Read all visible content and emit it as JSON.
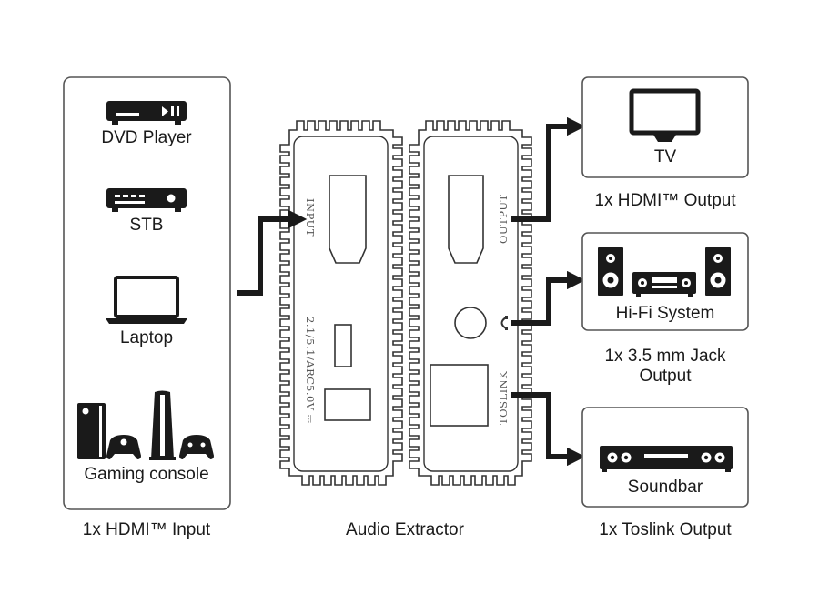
{
  "input_panel": {
    "devices": [
      {
        "label": "DVD Player",
        "icon": "dvd-player-icon"
      },
      {
        "label": "STB",
        "icon": "set-top-box-icon"
      },
      {
        "label": "Laptop",
        "icon": "laptop-icon"
      },
      {
        "label": "Gaming console",
        "icon": "gaming-console-icon"
      }
    ],
    "caption": "1x HDMI™ Input"
  },
  "extractor": {
    "caption": "Audio Extractor",
    "ports": {
      "input": "INPUT",
      "arc": "2.1/5.1/ARC",
      "power": "5.0V ⎓",
      "output": "OUTPUT",
      "toslink": "TOSLINK"
    }
  },
  "outputs": [
    {
      "label": "TV",
      "icon": "tv-icon",
      "caption": "1x HDMI™ Output"
    },
    {
      "label": "Hi-Fi System",
      "icon": "hifi-system-icon",
      "caption_line1": "1x 3.5 mm Jack",
      "caption_line2": "Output"
    },
    {
      "label": "Soundbar",
      "icon": "soundbar-icon",
      "caption": "1x Toslink Output"
    }
  ]
}
